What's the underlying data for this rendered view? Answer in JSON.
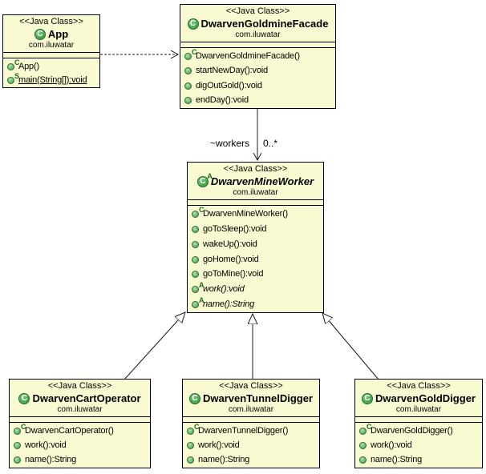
{
  "stereotype": "<<Java Class>>",
  "package": "com.iluwatar",
  "class_icon_letter": "C",
  "association": {
    "name_label": "~workers",
    "multiplicity_label": "0..*"
  },
  "colors": {
    "box_fill": "#fafad2",
    "box_border": "#000000",
    "icon_green": "#2e9537",
    "modifier_green": "#156b15",
    "line_color": "#1a1a1a",
    "background": "#ffffff"
  },
  "classes": {
    "app": {
      "name": "App",
      "abstract_modifier": "",
      "methods": [
        {
          "label": "App()",
          "modifier": "C"
        },
        {
          "label": "main(String[]):void",
          "modifier": "S"
        }
      ]
    },
    "facade": {
      "name": "DwarvenGoldmineFacade",
      "abstract_modifier": "",
      "methods": [
        {
          "label": "DwarvenGoldmineFacade()",
          "modifier": "C"
        },
        {
          "label": "startNewDay():void",
          "modifier": ""
        },
        {
          "label": "digOutGold():void",
          "modifier": ""
        },
        {
          "label": "endDay():void",
          "modifier": ""
        }
      ]
    },
    "worker": {
      "name": "DwarvenMineWorker",
      "abstract_modifier": "A",
      "methods": [
        {
          "label": "DwarvenMineWorker()",
          "modifier": "C"
        },
        {
          "label": "goToSleep():void",
          "modifier": ""
        },
        {
          "label": "wakeUp():void",
          "modifier": ""
        },
        {
          "label": "goHome():void",
          "modifier": ""
        },
        {
          "label": "goToMine():void",
          "modifier": ""
        },
        {
          "label": "work():void",
          "modifier": "A"
        },
        {
          "label": "name():String",
          "modifier": "A"
        }
      ]
    },
    "cart": {
      "name": "DwarvenCartOperator",
      "abstract_modifier": "",
      "methods": [
        {
          "label": "DwarvenCartOperator()",
          "modifier": "C"
        },
        {
          "label": "work():void",
          "modifier": ""
        },
        {
          "label": "name():String",
          "modifier": ""
        }
      ]
    },
    "tunnel": {
      "name": "DwarvenTunnelDigger",
      "abstract_modifier": "",
      "methods": [
        {
          "label": "DwarvenTunnelDigger()",
          "modifier": "C"
        },
        {
          "label": "work():void",
          "modifier": ""
        },
        {
          "label": "name():String",
          "modifier": ""
        }
      ]
    },
    "gold": {
      "name": "DwarvenGoldDigger",
      "abstract_modifier": "",
      "methods": [
        {
          "label": "DwarvenGoldDigger()",
          "modifier": "C"
        },
        {
          "label": "work():void",
          "modifier": ""
        },
        {
          "label": "name():String",
          "modifier": ""
        }
      ]
    }
  }
}
